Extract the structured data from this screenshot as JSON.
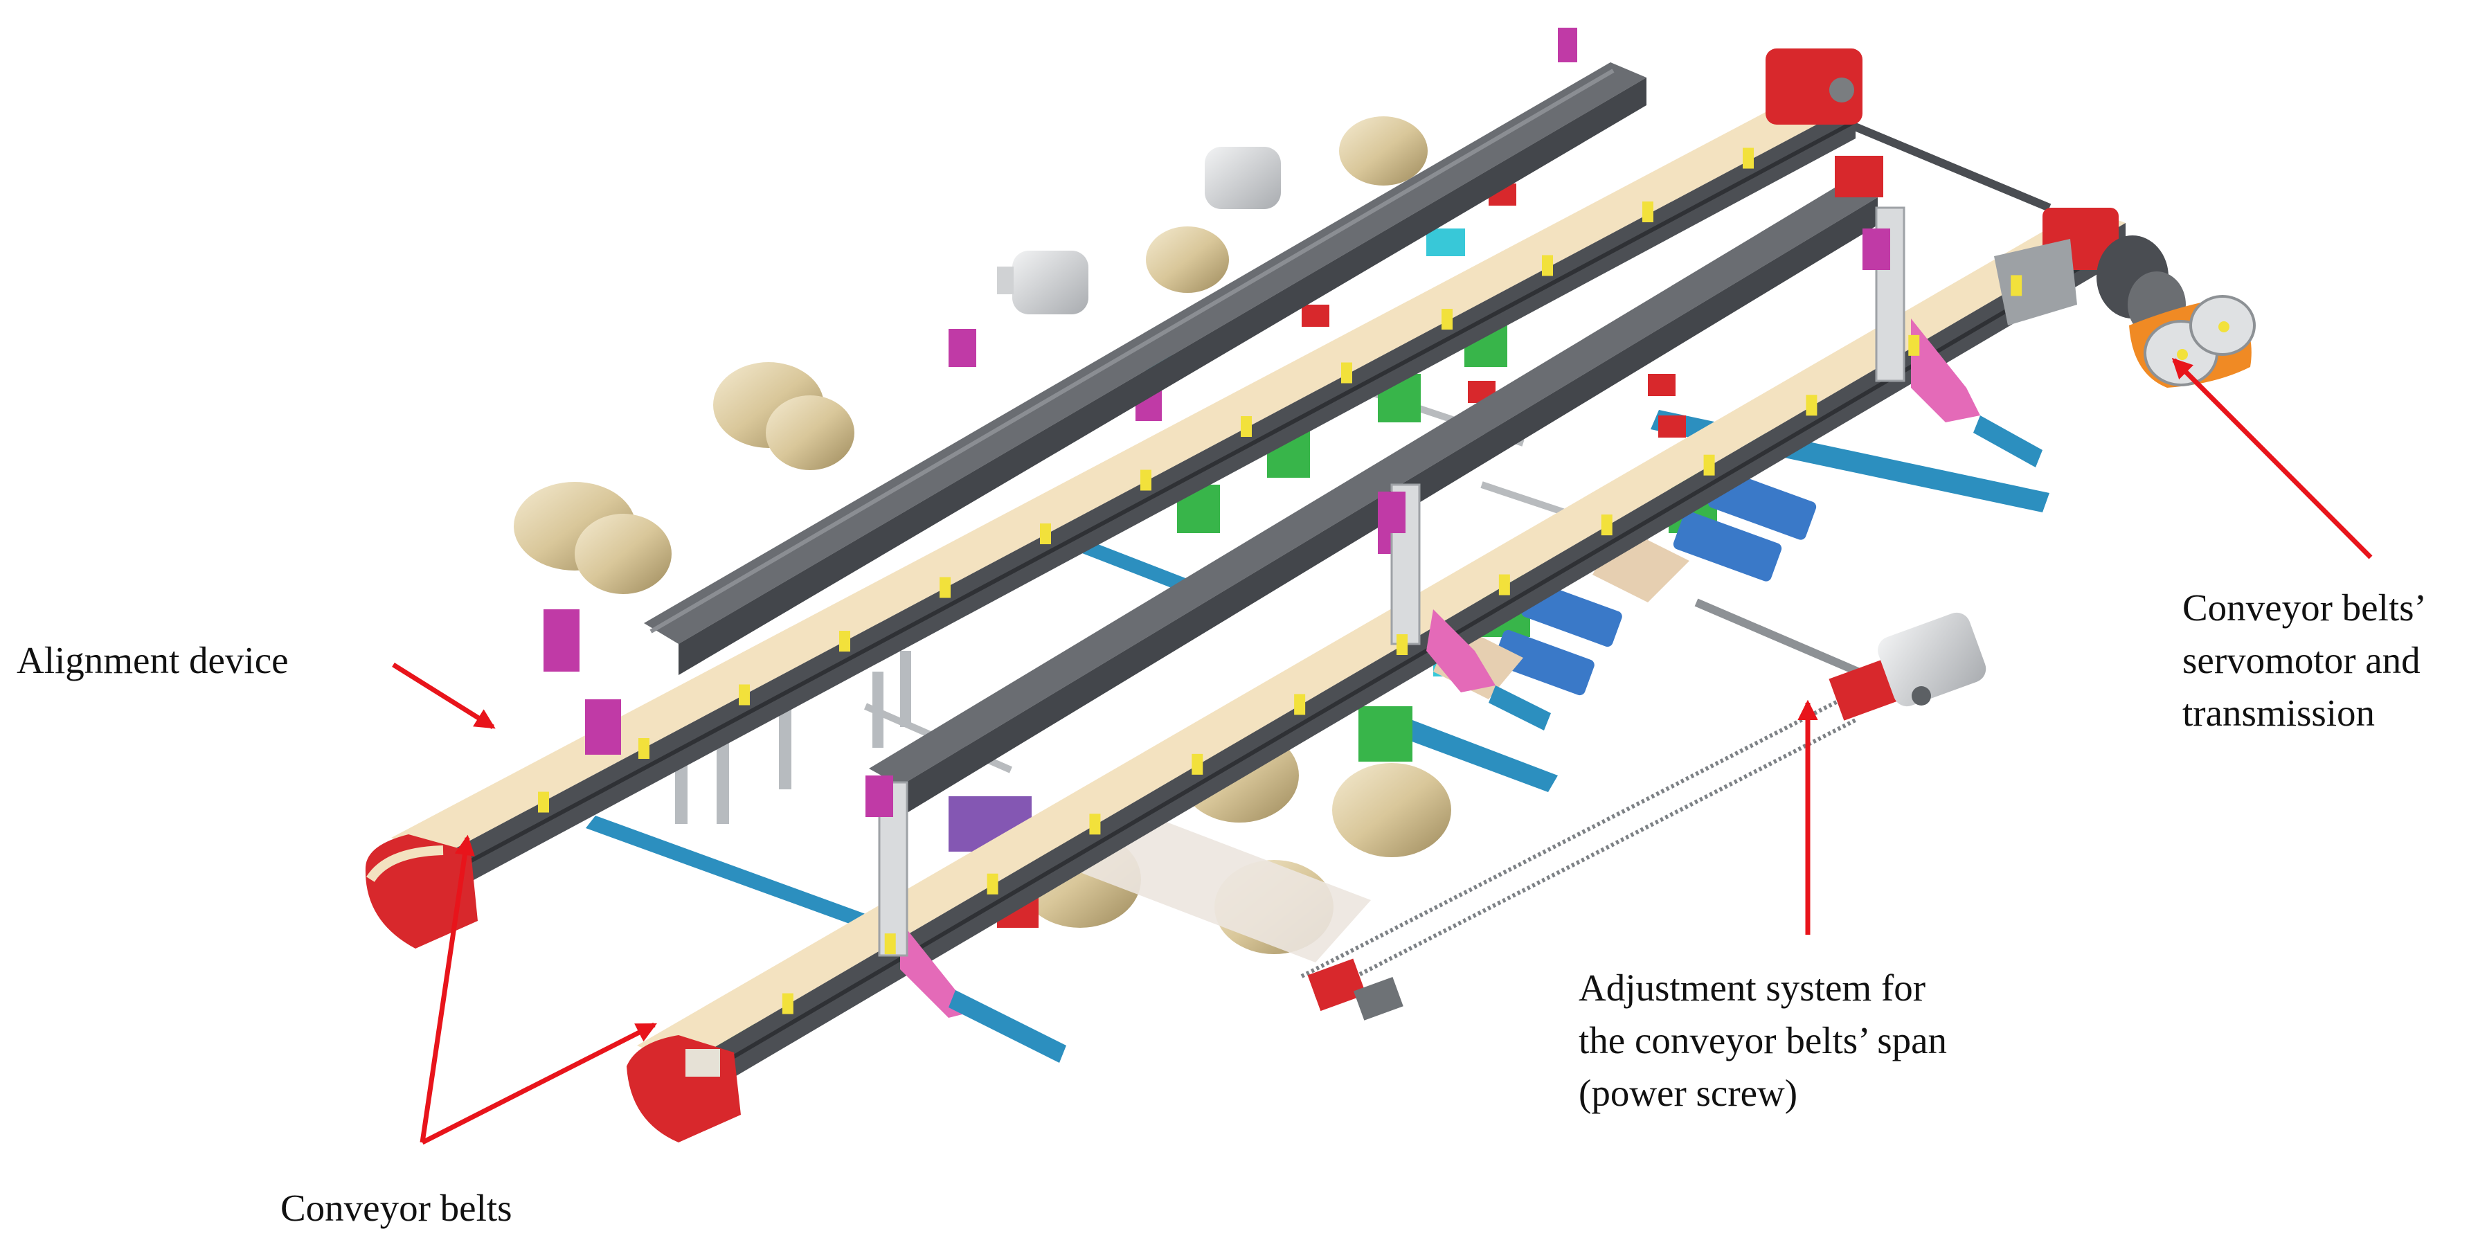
{
  "diagram": {
    "labels": {
      "alignment_device": "Alignment device",
      "conveyor_belts": "Conveyor belts",
      "servomotor": [
        "Conveyor belts’",
        "servomotor and",
        "transmission"
      ],
      "adjustment_system": [
        "Adjustment system for",
        "the conveyor belts’ span",
        "(power screw)"
      ]
    },
    "colors": {
      "arrow": "#e8141b",
      "rail": "#55585d",
      "belt": "#f3e2c0",
      "end_cap": "#d8282c",
      "support_blue": "#2c8fbf",
      "bracket_pink": "#e46ab8",
      "motor_tan": "#d9c79a",
      "motor_grey": "#c9cbcd",
      "part_green": "#38b54a",
      "part_magenta": "#c03aa6",
      "clip_yellow": "#f2e13b"
    }
  }
}
